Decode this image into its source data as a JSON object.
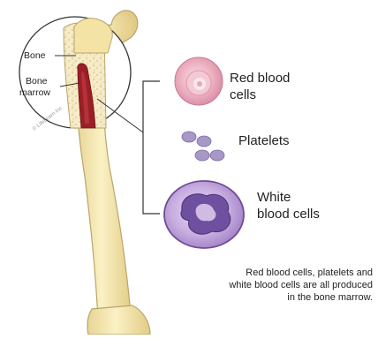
{
  "labels": {
    "bone": "Bone",
    "bone_marrow_line1": "Bone",
    "bone_marrow_line2": "marrow",
    "red_blood_cells_line1": "Red blood",
    "red_blood_cells_line2": "cells",
    "platelets": "Platelets",
    "white_blood_cells_line1": "White",
    "white_blood_cells_line2": "blood cells"
  },
  "caption": {
    "line1": "Red blood cells, platelets and",
    "line2": "white blood cells are all produced",
    "line3": "in the bone marrow."
  },
  "watermark": "© LifeLearn Inc.",
  "colors": {
    "bone_fill": "#f3e4a6",
    "bone_outline": "#b8a56a",
    "marrow": "#9b1f26",
    "red_cell": "#e8a2b4",
    "platelet": "#a898c8",
    "white_cell": "#b79ad0",
    "nucleus": "#5c3f8f"
  }
}
